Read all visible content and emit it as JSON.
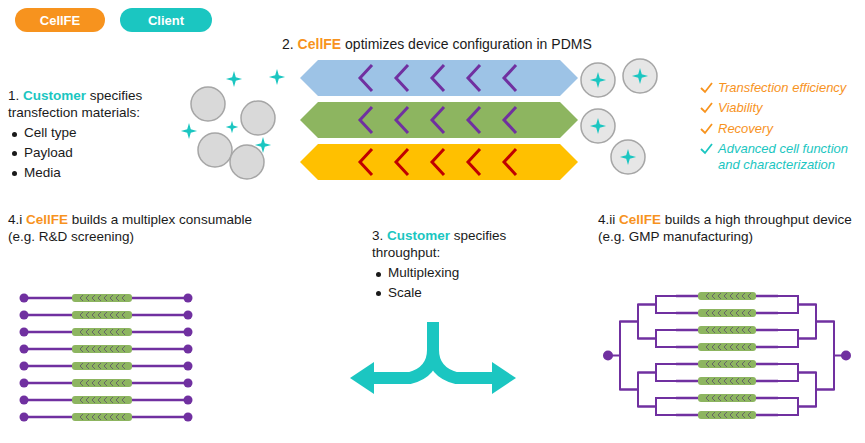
{
  "diagram": {
    "labels": [
      "1.",
      "Customer",
      "specifies transfection materials:",
      "Cell type",
      "Payload",
      "Media",
      "2.",
      "CellFE",
      "optimizes device configuration in PDMS",
      "Transfection efficiency",
      "Viability",
      "Recovery",
      "Advanced cell function and characterization",
      "4.i",
      "CellFE",
      "builds a multiplex consumable (e.g. R&D screening)",
      "3.",
      "Customer",
      "specifies throughput:",
      "Multiplexing",
      "Scale",
      "4.ii",
      "CellFE",
      "builds a high throughput device (e.g. GMP manufacturing)"
    ],
    "legend": [
      {
        "text": "CellFE",
        "color": "#f7931e"
      },
      {
        "text": "Client",
        "color": "#1bc6c1"
      }
    ]
  }
}
